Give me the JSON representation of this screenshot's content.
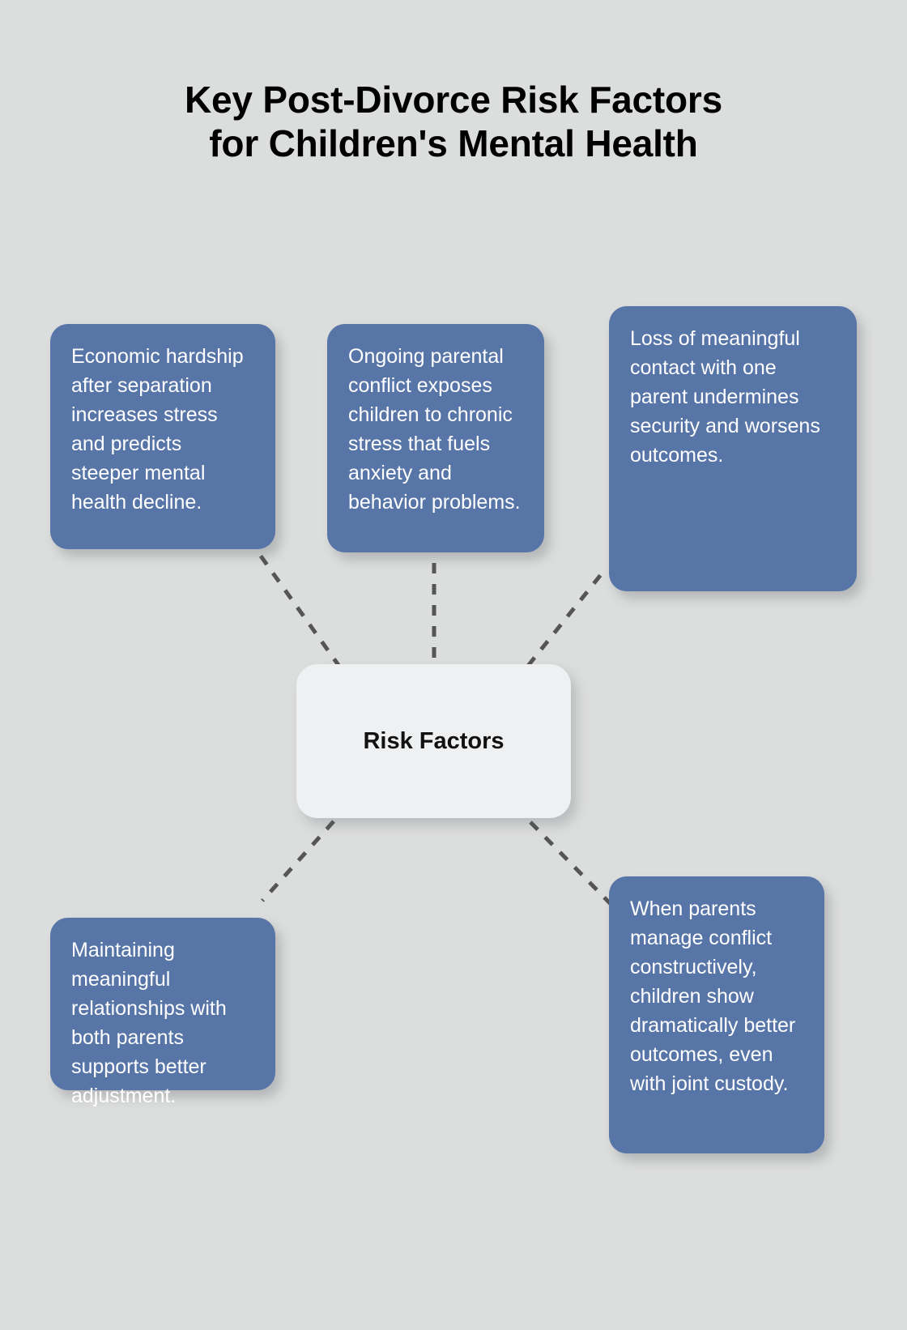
{
  "title": {
    "line1": "Key Post-Divorce Risk Factors",
    "line2": "for Children's Mental Health"
  },
  "center": {
    "label": "Risk Factors"
  },
  "nodes": [
    {
      "id": "economic-hardship",
      "text": "Economic hardship after separation increases stress and predicts steeper mental health decline."
    },
    {
      "id": "parental-conflict",
      "text": "Ongoing parental conflict exposes children to chronic stress that fuels anxiety and behavior problems."
    },
    {
      "id": "loss-of-contact",
      "text": "Loss of meaningful contact with one parent undermines security and worsens outcomes."
    },
    {
      "id": "maintaining-relationships",
      "text": "Maintaining meaningful relationships with both parents supports better adjustment."
    },
    {
      "id": "constructive-conflict",
      "text": "When parents manage conflict constructively, children show dramatically better outcomes, even with joint custody."
    }
  ],
  "colors": {
    "background": "#dcdddd",
    "node_fill": "#5875a8",
    "node_text": "#ffffff",
    "center_fill": "#eff0f1",
    "center_text": "#111111",
    "connector": "#555555",
    "title_text": "#000000"
  },
  "connectors": [
    {
      "from": "center",
      "to": "economic-hardship"
    },
    {
      "from": "center",
      "to": "parental-conflict"
    },
    {
      "from": "center",
      "to": "loss-of-contact"
    },
    {
      "from": "center",
      "to": "maintaining-relationships"
    },
    {
      "from": "center",
      "to": "constructive-conflict"
    }
  ]
}
